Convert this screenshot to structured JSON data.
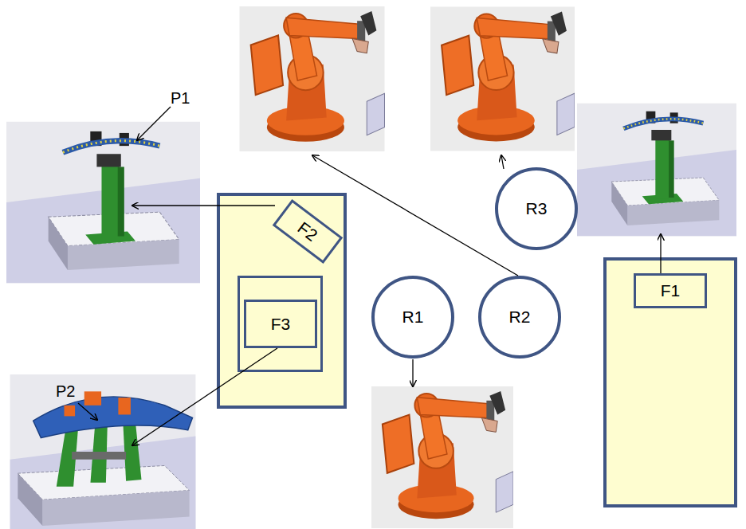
{
  "diagram": {
    "nodes": [
      {
        "text": []
      },
      {
        "text": [
          "F2"
        ],
        "in": 0
      },
      {
        "text": [],
        "in": 0
      },
      {
        "text": [
          "F3"
        ],
        "in": 2
      },
      {
        "text": [
          "R3"
        ]
      },
      {
        "text": []
      },
      {
        "text": [
          "F1"
        ],
        "in": 5
      },
      {
        "text": [
          "R1"
        ]
      },
      {
        "text": [
          "R2"
        ]
      }
    ],
    "labels": [
      "P1",
      "P2"
    ]
  }
}
